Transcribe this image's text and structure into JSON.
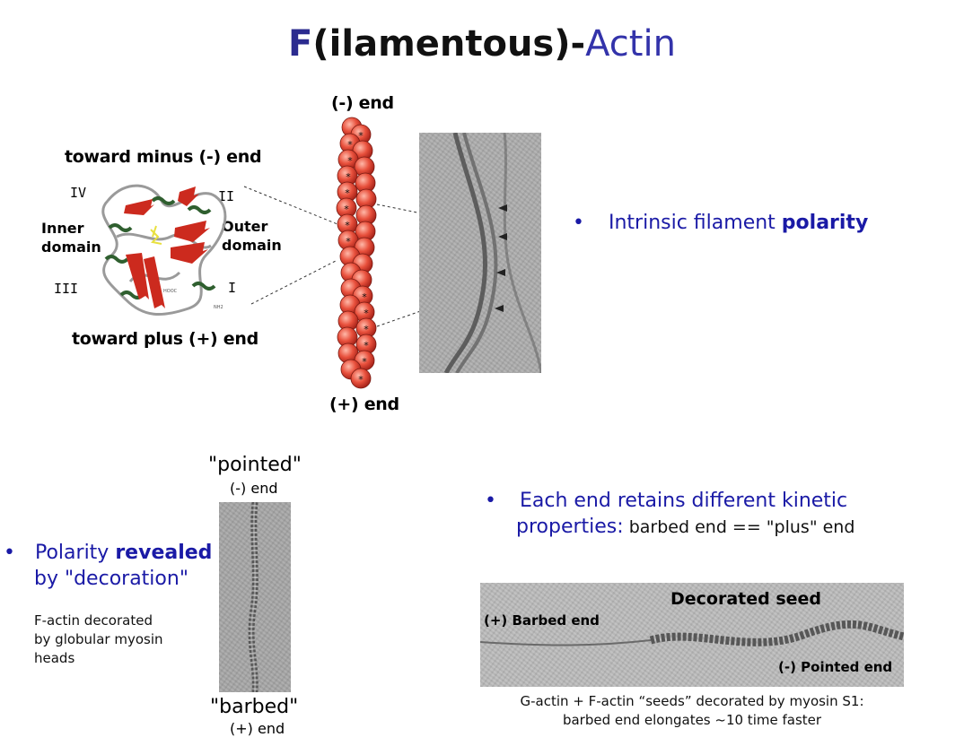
{
  "title": {
    "part1": "F",
    "part2": "(ilamentous)-",
    "part3": "Actin"
  },
  "structure": {
    "toward_minus": "toward minus (-) end",
    "toward_plus": "toward plus (+) end",
    "roman_iv": "IV",
    "roman_ii": "II",
    "roman_iii": "III",
    "roman_i": "I",
    "inner_domain": [
      "Inner",
      "domain"
    ],
    "outer_domain": [
      "Outer",
      "domain"
    ],
    "hooc": "HOOC",
    "nh2": "NH2"
  },
  "filament": {
    "minus_end": "(-) end",
    "plus_end": "(+) end",
    "subunit_mark": "*"
  },
  "bullets": {
    "polarity_prefix": "Intrinsic filament ",
    "polarity_bold": "polarity",
    "kinetic_line1": "Each end retains different kinetic",
    "kinetic_line2_colored": "properties:",
    "kinetic_line2_rest": " barbed end == \"plus\" end",
    "decoration_line1_prefix": "Polarity ",
    "decoration_line1_bold": "revealed",
    "decoration_line2": "by \"decoration\""
  },
  "decoration_note": [
    "F-actin decorated",
    "by globular myosin",
    "heads"
  ],
  "decorated_strip": {
    "pointed_label": "\"pointed\"",
    "pointed_sub": "(-) end",
    "barbed_label": "\"barbed\"",
    "barbed_sub": "(+) end"
  },
  "seed_image": {
    "decorated_seed": "Decorated seed",
    "barbed_end": "(+) Barbed end",
    "pointed_end": "(-) Pointed end",
    "caption_line1": "G-actin + F-actin “seeds” decorated by myosin S1:",
    "caption_line2": "barbed end elongates ~10 time faster"
  },
  "colors": {
    "title_blue": "#2b2b8f",
    "bullet_blue": "#1a1aa6",
    "bead_red": "#e05040"
  }
}
